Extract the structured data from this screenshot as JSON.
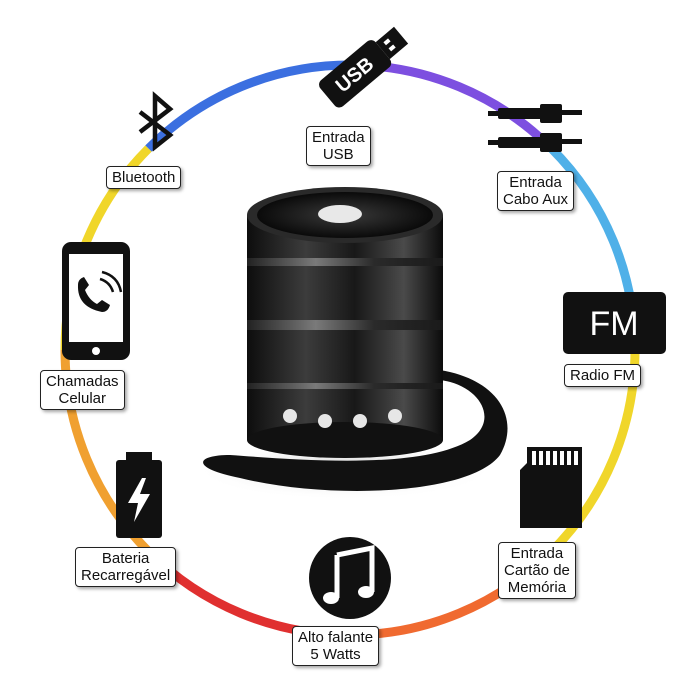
{
  "features": {
    "usb": {
      "line1": "Entrada",
      "line2": "USB",
      "icon_text": "USB"
    },
    "bluetooth": {
      "line1": "Bluetooth"
    },
    "aux": {
      "line1": "Entrada",
      "line2": "Cabo Aux"
    },
    "calls": {
      "line1": "Chamadas",
      "line2": "Celular"
    },
    "fm": {
      "line1": "Radio FM",
      "icon_text": "FM"
    },
    "battery": {
      "line1": "Bateria",
      "line2": "Recarregável"
    },
    "memory": {
      "line1": "Entrada",
      "line2": "Cartão de",
      "line3": "Memória"
    },
    "speaker": {
      "line1": "Alto falante",
      "line2": "5 Watts"
    }
  },
  "ring_colors": [
    "#3b6fe0",
    "#7d4fe0",
    "#4fb0e8",
    "#f0d62a",
    "#f0a030",
    "#e03030"
  ],
  "icons": [
    "usb-stick-icon",
    "bluetooth-icon",
    "aux-cable-icon",
    "smartphone-call-icon",
    "fm-radio-icon",
    "battery-icon",
    "memory-card-icon",
    "music-note-icon",
    "speaker-product-image"
  ]
}
